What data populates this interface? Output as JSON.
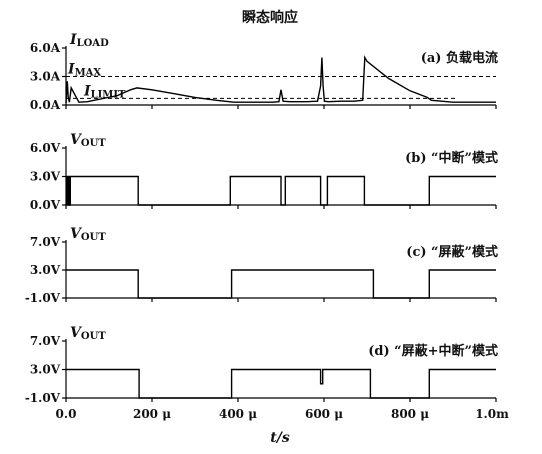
{
  "chart_data": {
    "type": "line",
    "title": "瞬态响应",
    "xlabel": "t/s",
    "x_ticks": [
      "0.0",
      "200 μ",
      "400 μ",
      "600 μ",
      "800 μ",
      "1.0m"
    ],
    "xlim": [
      0,
      1.0
    ],
    "x_unit": "ms",
    "panels": [
      {
        "id": "a",
        "annotation": "(a) 负载电流",
        "ylabel": {
          "main": "I",
          "sub": "LOAD"
        },
        "y_ticks": [
          "6.0A",
          "3.0A",
          "0.0A"
        ],
        "ylim": [
          0,
          6
        ],
        "reference_lines": [
          {
            "label_main": "I",
            "label_sub": "MAX",
            "value": 3.0
          },
          {
            "label_main": "I",
            "label_sub": "LIMIT",
            "value": 0.7
          }
        ],
        "series": [
          {
            "x": [
              0.0,
              0.003,
              0.005,
              0.008,
              0.012,
              0.03,
              0.05,
              0.12,
              0.15,
              0.165,
              0.2,
              0.25,
              0.3,
              0.35,
              0.39,
              0.45,
              0.48,
              0.495,
              0.5,
              0.505,
              0.52,
              0.56,
              0.585,
              0.592,
              0.595,
              0.598,
              0.601,
              0.61,
              0.64,
              0.67,
              0.69,
              0.695,
              0.7,
              0.75,
              0.8,
              0.84,
              0.85,
              0.9,
              1.0
            ],
            "y": [
              0.2,
              2.5,
              0.8,
              0.3,
              1.8,
              0.3,
              0.35,
              1.0,
              1.6,
              1.8,
              1.6,
              1.2,
              0.8,
              0.5,
              0.3,
              0.3,
              0.3,
              0.35,
              1.6,
              0.4,
              0.35,
              0.35,
              0.4,
              2.0,
              5.0,
              2.0,
              0.4,
              0.35,
              0.4,
              0.4,
              0.5,
              5.0,
              4.6,
              2.8,
              1.5,
              0.8,
              0.5,
              0.3,
              0.3
            ]
          }
        ]
      },
      {
        "id": "b",
        "annotation": "(b) “中断”模式",
        "ylabel": {
          "main": "V",
          "sub": "OUT"
        },
        "y_ticks": [
          "6.0V",
          "3.0V",
          "0.0V"
        ],
        "ylim": [
          0,
          6
        ],
        "series": [
          {
            "x": [
              0.0,
              0.002,
              0.002,
              0.004,
              0.004,
              0.006,
              0.006,
              0.008,
              0.008,
              0.01,
              0.01,
              0.168,
              0.168,
              0.382,
              0.382,
              0.5,
              0.5,
              0.51,
              0.51,
              0.592,
              0.592,
              0.608,
              0.608,
              0.694,
              0.694,
              0.845,
              0.845,
              1.0
            ],
            "y": [
              0,
              0,
              3,
              3,
              0,
              0,
              3,
              3,
              0,
              0,
              3,
              3,
              0,
              0,
              3,
              3,
              0,
              0,
              3,
              3,
              0,
              0,
              3,
              3,
              0,
              0,
              3,
              3
            ]
          }
        ]
      },
      {
        "id": "c",
        "annotation": "(c) “屏蔽”模式",
        "ylabel": {
          "main": "V",
          "sub": "OUT"
        },
        "y_ticks": [
          "7.0V",
          "3.0V",
          "-1.0V"
        ],
        "ylim": [
          -1,
          7
        ],
        "series": [
          {
            "x": [
              0.0,
              0.168,
              0.168,
              0.385,
              0.385,
              0.715,
              0.715,
              0.845,
              0.845,
              1.0
            ],
            "y": [
              3,
              3,
              -1,
              -1,
              3,
              3,
              -1,
              -1,
              3,
              3
            ]
          }
        ]
      },
      {
        "id": "d",
        "annotation": "(d) “屏蔽+中断”模式",
        "ylabel": {
          "main": "V",
          "sub": "OUT"
        },
        "y_ticks": [
          "7.0V",
          "3.0V",
          "-1.0V"
        ],
        "ylim": [
          -1,
          7
        ],
        "series": [
          {
            "x": [
              0.0,
              0.17,
              0.17,
              0.385,
              0.385,
              0.592,
              0.592,
              0.597,
              0.597,
              0.603,
              0.603,
              0.708,
              0.708,
              0.845,
              0.845,
              1.0
            ],
            "y": [
              3,
              3,
              -1,
              -1,
              3,
              3,
              1,
              1,
              3,
              3,
              3,
              3,
              -1,
              -1,
              3,
              3
            ]
          }
        ]
      }
    ]
  }
}
